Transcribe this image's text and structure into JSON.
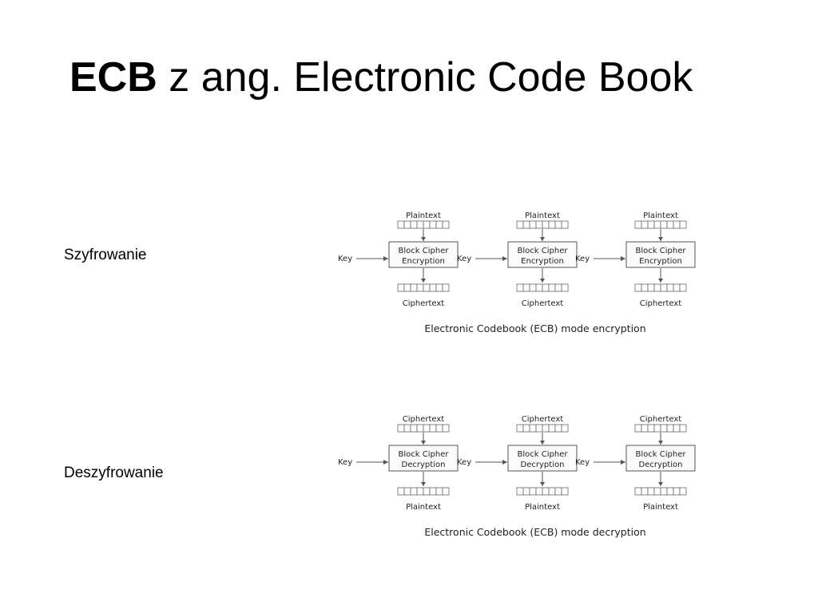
{
  "title": {
    "strong": "ECB",
    "rest": " z ang. Electronic Code Book"
  },
  "rows": [
    {
      "side_label": "Szyfrowanie",
      "top_label": "Plaintext",
      "box_line1": "Block Cipher",
      "box_line2": "Encryption",
      "bottom_label": "Ciphertext",
      "key_label": "Key",
      "caption": "Electronic Codebook (ECB) mode encryption"
    },
    {
      "side_label": "Deszyfrowanie",
      "top_label": "Ciphertext",
      "box_line1": "Block Cipher",
      "box_line2": "Decryption",
      "bottom_label": "Plaintext",
      "key_label": "Key",
      "caption": "Electronic Codebook (ECB) mode decryption"
    }
  ]
}
